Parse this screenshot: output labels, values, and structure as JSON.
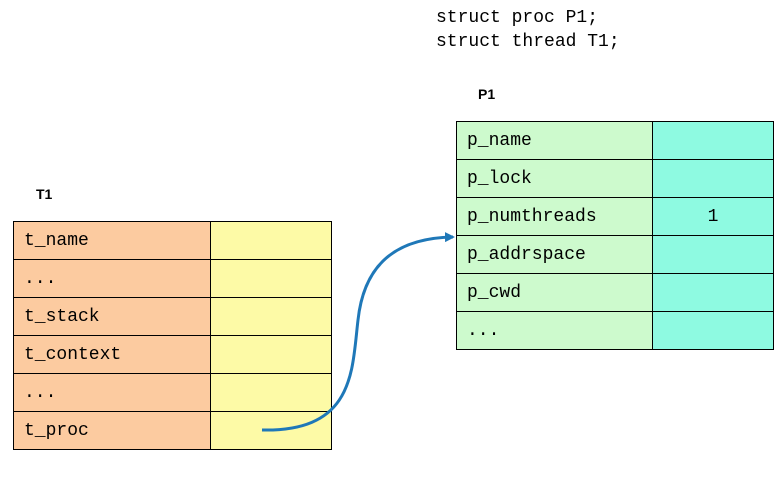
{
  "code_lines": [
    "struct proc P1;",
    "struct thread T1;"
  ],
  "thread": {
    "label": "T1",
    "rows": [
      {
        "field": "t_name",
        "value": ""
      },
      {
        "field": "...",
        "value": ""
      },
      {
        "field": "t_stack",
        "value": ""
      },
      {
        "field": "t_context",
        "value": ""
      },
      {
        "field": "...",
        "value": ""
      },
      {
        "field": "t_proc",
        "value": ""
      }
    ]
  },
  "proc": {
    "label": "P1",
    "rows": [
      {
        "field": "p_name",
        "value": ""
      },
      {
        "field": "p_lock",
        "value": ""
      },
      {
        "field": "p_numthreads",
        "value": "1"
      },
      {
        "field": "p_addrspace",
        "value": ""
      },
      {
        "field": "p_cwd",
        "value": ""
      },
      {
        "field": "...",
        "value": ""
      }
    ]
  },
  "colors": {
    "thread_field_bg": "#fccba0",
    "thread_value_bg": "#fdfaa6",
    "proc_field_bg": "#cdfacd",
    "proc_value_bg": "#8efae1",
    "arrow": "#1f78b8"
  }
}
